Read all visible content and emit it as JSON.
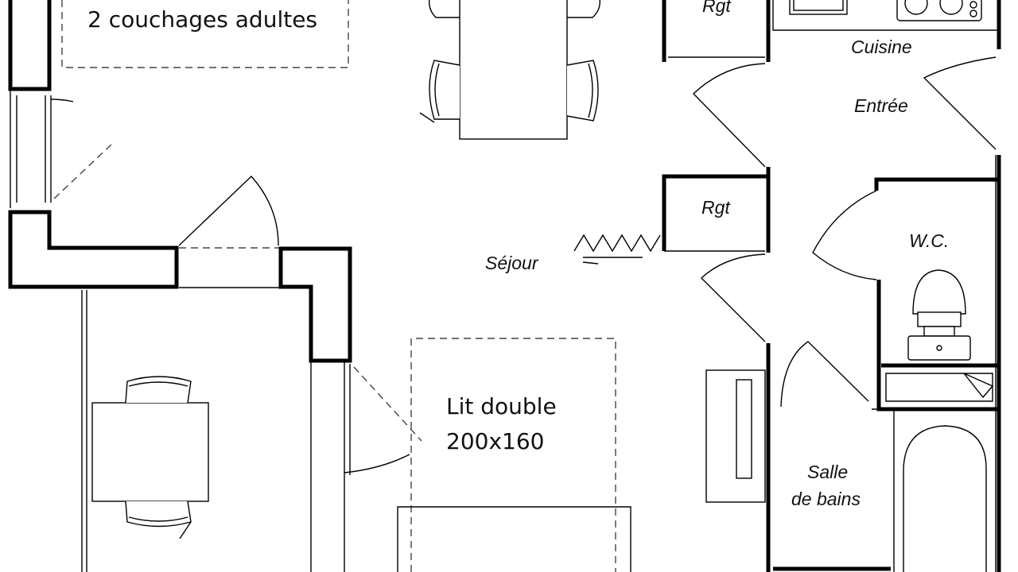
{
  "labels": {
    "sleeping_note": "2 couchages adultes",
    "double_bed_line1": "Lit double",
    "double_bed_line2": "200x160",
    "kitchen": "Cuisine",
    "entrance": "Entrée",
    "storage_top": "Rgt",
    "storage_mid": "Rgt",
    "living_room": "Séjour",
    "wc": "W.C.",
    "bathroom_line1": "Salle",
    "bathroom_line2": "de bains"
  }
}
